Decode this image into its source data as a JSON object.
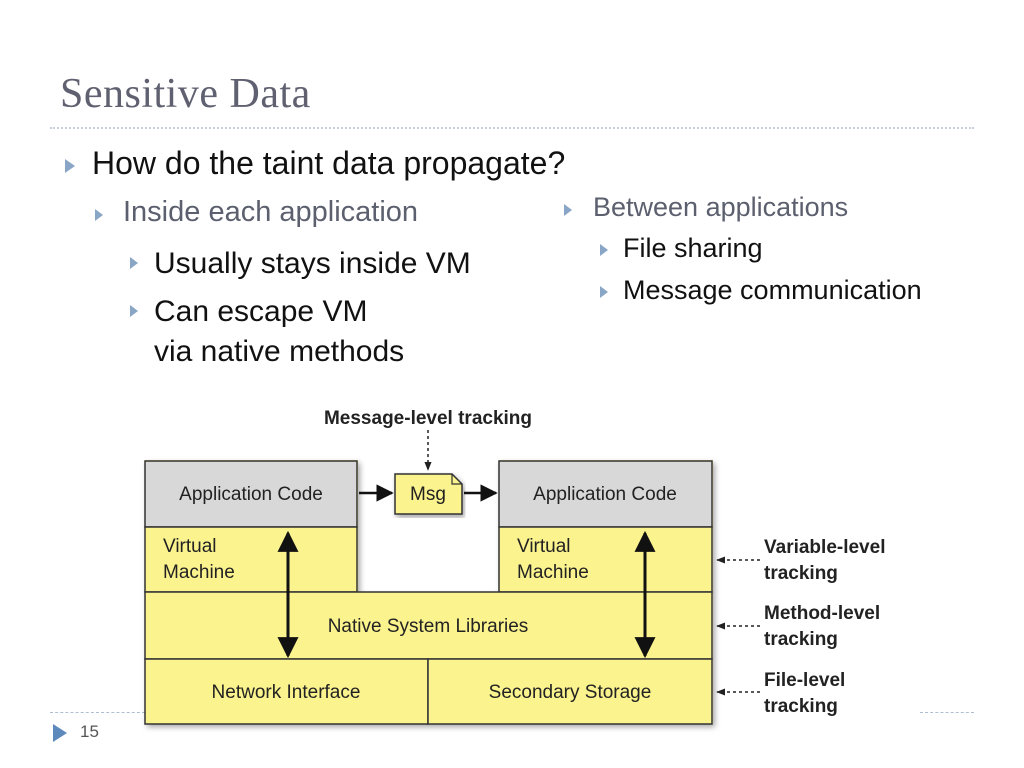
{
  "slide": {
    "title": "Sensitive Data",
    "bullet_main": "How do the taint data propagate?",
    "left_sub": {
      "label": "Inside each application",
      "items": [
        "Usually stays inside VM",
        "Can escape VM",
        "via native methods"
      ]
    },
    "right_sub": {
      "label": "Between applications",
      "items": [
        "File sharing",
        "Message communication"
      ]
    },
    "page_number": "15"
  },
  "diagram": {
    "top_label": "Message-level tracking",
    "app_code_left": "Application Code",
    "app_code_right": "Application Code",
    "msg": "Msg",
    "vm_left": [
      "Virtual",
      "Machine"
    ],
    "vm_right": [
      "Virtual",
      "Machine"
    ],
    "native": "Native System Libraries",
    "network": "Network Interface",
    "storage": "Secondary Storage",
    "side_labels": {
      "variable": [
        "Variable-level",
        "tracking"
      ],
      "method": [
        "Method-level",
        "tracking"
      ],
      "file": [
        "File-level",
        "tracking"
      ]
    },
    "colors": {
      "yellow": "#fbf38e",
      "gray": "#d8d8d8",
      "border": "#333333"
    }
  }
}
